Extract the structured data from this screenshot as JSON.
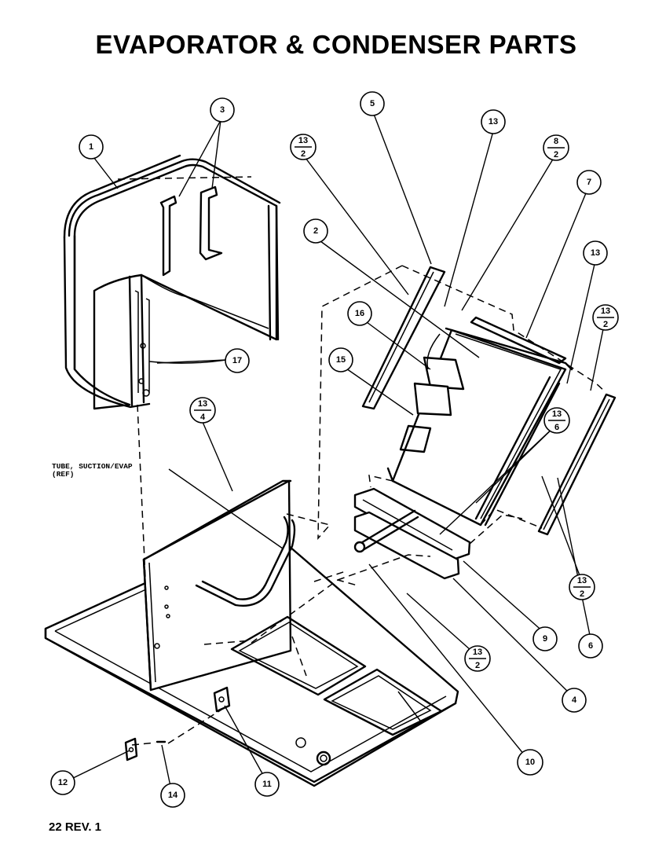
{
  "title": "EVAPORATOR & CONDENSER PARTS",
  "footer": "22 REV. 1",
  "tube_label": {
    "line1": "TUBE, SUCTION/EVAP",
    "line2": "(REF)"
  },
  "callouts": [
    {
      "id": "c1",
      "num": "1"
    },
    {
      "id": "c3",
      "num": "3"
    },
    {
      "id": "c17",
      "num": "17"
    },
    {
      "id": "c13-4",
      "num": "13",
      "den": "4"
    },
    {
      "id": "c5",
      "num": "5"
    },
    {
      "id": "c13a",
      "num": "13"
    },
    {
      "id": "c13-2a",
      "num": "13",
      "den": "2"
    },
    {
      "id": "c8-2",
      "num": "8",
      "den": "2"
    },
    {
      "id": "c7",
      "num": "7"
    },
    {
      "id": "c2",
      "num": "2"
    },
    {
      "id": "c16",
      "num": "16"
    },
    {
      "id": "c13b",
      "num": "13"
    },
    {
      "id": "c13-2b",
      "num": "13",
      "den": "2"
    },
    {
      "id": "c15",
      "num": "15"
    },
    {
      "id": "c13-6",
      "num": "13",
      "den": "6"
    },
    {
      "id": "c13-2c",
      "num": "13",
      "den": "2"
    },
    {
      "id": "c9",
      "num": "9"
    },
    {
      "id": "c6",
      "num": "6"
    },
    {
      "id": "c13-2d",
      "num": "13",
      "den": "2"
    },
    {
      "id": "c4",
      "num": "4"
    },
    {
      "id": "c10",
      "num": "10"
    },
    {
      "id": "c12",
      "num": "12"
    },
    {
      "id": "c14",
      "num": "14"
    },
    {
      "id": "c11",
      "num": "11"
    }
  ]
}
